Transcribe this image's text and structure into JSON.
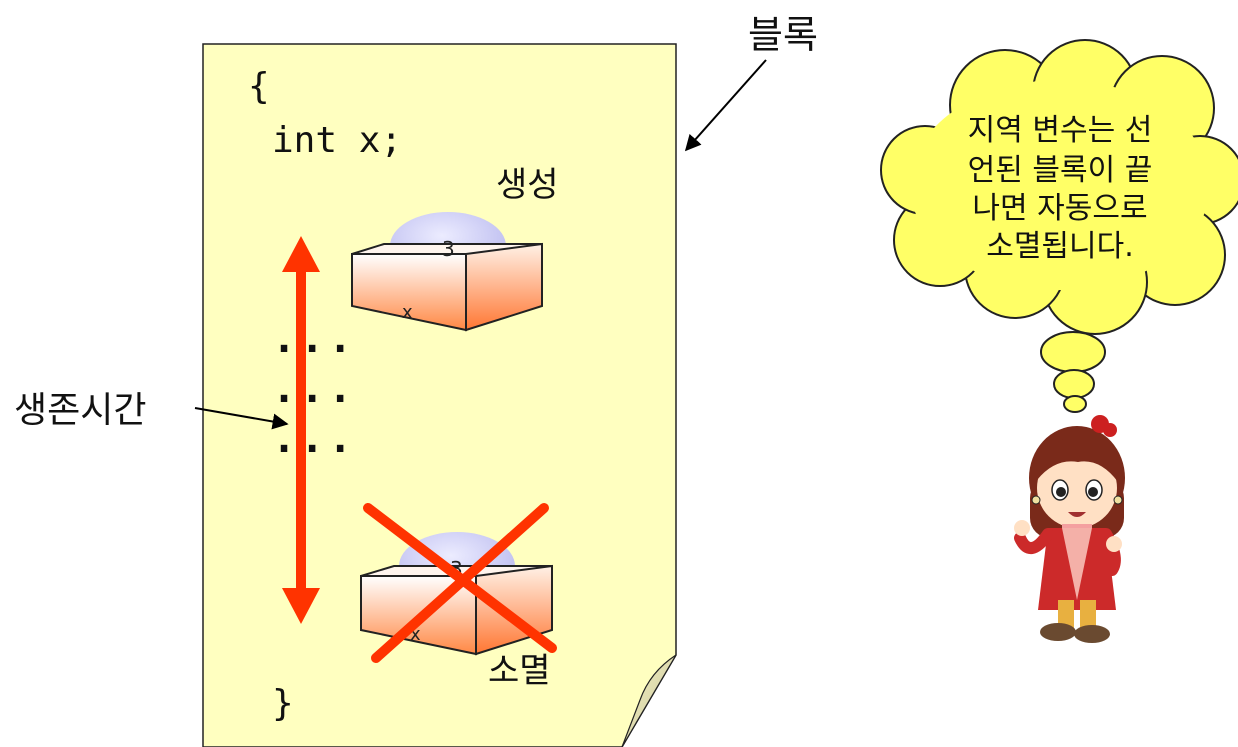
{
  "block": {
    "label": "블록",
    "open_brace": "{",
    "declaration": "int x;",
    "ellipsis": "...",
    "close_brace": "}"
  },
  "lifetime": {
    "label": "생존시간"
  },
  "creation": {
    "label": "생성",
    "box_value": "3",
    "box_name": "x"
  },
  "destruction": {
    "label": "소멸",
    "box_value": "3",
    "box_name": "x"
  },
  "bubble": {
    "lines": [
      "지역 변수는 선",
      "언된 블록이 끝",
      "나면 자동으로",
      "소멸됩니다."
    ]
  },
  "colors": {
    "paper": "#ffffc0",
    "arrow": "#ff3300",
    "bubble": "#ffff66",
    "dome": "#c9c9f5",
    "box_front_top": "#ffffff",
    "box_front_bottom": "#ff8844"
  }
}
